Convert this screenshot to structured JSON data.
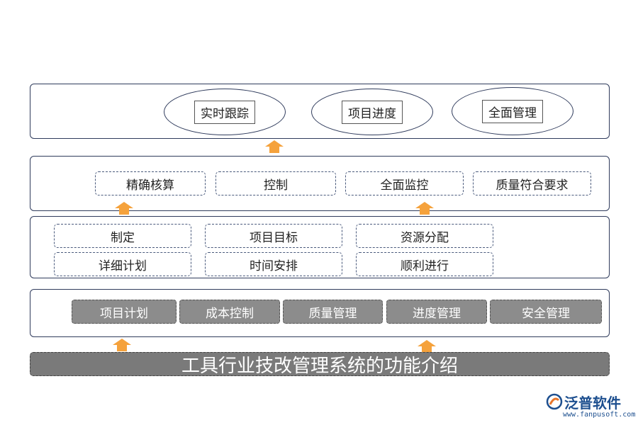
{
  "top_layer": {
    "items": [
      "实时跟踪",
      "项目进度",
      "全面管理"
    ]
  },
  "layer2": {
    "items": [
      "精确核算",
      "控制",
      "全面监控",
      "质量符合要求"
    ]
  },
  "layer3": {
    "row1": [
      "制定",
      "项目目标",
      "资源分配"
    ],
    "row2": [
      "详细计划",
      "时间安排",
      "顺利进行"
    ]
  },
  "layer4": {
    "items": [
      "项目计划",
      "成本控制",
      "质量管理",
      "进度管理",
      "安全管理"
    ]
  },
  "title": "工具行业技改管理系统的功能介绍",
  "logo": {
    "name": "泛普软件",
    "url": "www.fanpusoft.com"
  },
  "colors": {
    "arrow": "#f5a23c",
    "border": "#2f3b5c",
    "gray_box": "#8c8c8c",
    "title_bar": "#7a7a7a",
    "logo": "#1d4f8f"
  }
}
